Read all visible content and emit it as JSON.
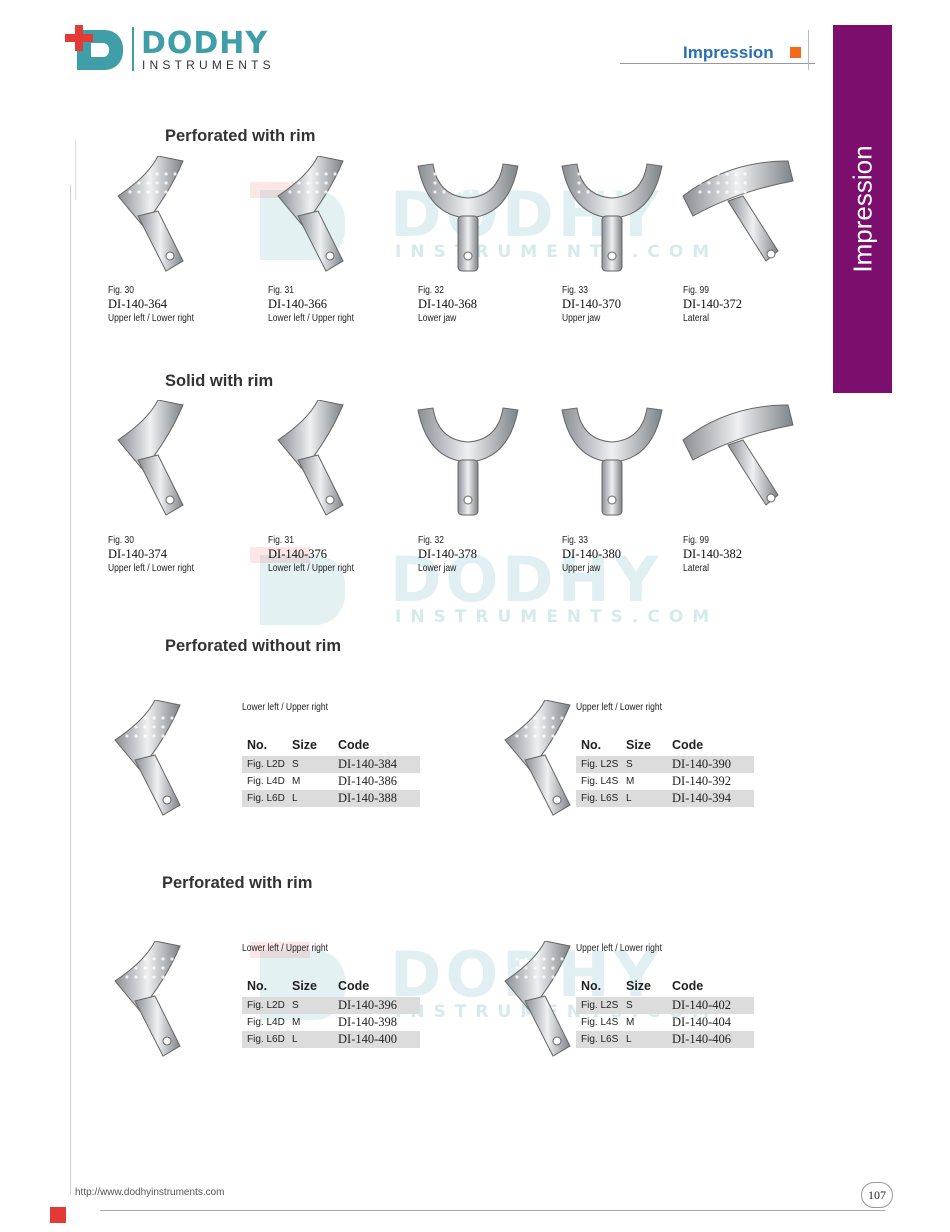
{
  "brand": {
    "name": "DODHY",
    "sub": "INSTRUMENTS",
    "watermark_sub": "INSTRUMENTS.COM"
  },
  "header": {
    "title": "Impression",
    "accent": "#f26a1b"
  },
  "sidebar": {
    "label": "Impression",
    "color": "#7c0e6e"
  },
  "sections": [
    {
      "title": "Perforated with rim",
      "items": [
        {
          "fig": "Fig. 30",
          "code": "DI-140-364",
          "desc": "Upper left / Lower right"
        },
        {
          "fig": "Fig. 31",
          "code": "DI-140-366",
          "desc": "Lower left / Upper right"
        },
        {
          "fig": "Fig. 32",
          "code": "DI-140-368",
          "desc": "Lower jaw"
        },
        {
          "fig": "Fig. 33",
          "code": "DI-140-370",
          "desc": "Upper jaw"
        },
        {
          "fig": "Fig. 99",
          "code": "DI-140-372",
          "desc": "Lateral"
        }
      ]
    },
    {
      "title": "Solid with rim",
      "items": [
        {
          "fig": "Fig. 30",
          "code": "DI-140-374",
          "desc": "Upper left / Lower right"
        },
        {
          "fig": "Fig. 31",
          "code": "DI-140-376",
          "desc": "Lower left / Upper right"
        },
        {
          "fig": "Fig. 32",
          "code": "DI-140-378",
          "desc": "Lower jaw"
        },
        {
          "fig": "Fig. 33",
          "code": "DI-140-380",
          "desc": "Upper jaw"
        },
        {
          "fig": "Fig. 99",
          "code": "DI-140-382",
          "desc": "Lateral"
        }
      ]
    },
    {
      "title": "Perforated without rim",
      "tables": [
        {
          "caption": "Lower left / Upper right",
          "headers": [
            "No.",
            "Size",
            "Code"
          ],
          "rows": [
            [
              "Fig. L2D",
              "S",
              "DI-140-384"
            ],
            [
              "Fig. L4D",
              "M",
              "DI-140-386"
            ],
            [
              "Fig. L6D",
              "L",
              "DI-140-388"
            ]
          ]
        },
        {
          "caption": "Upper left / Lower right",
          "headers": [
            "No.",
            "Size",
            "Code"
          ],
          "rows": [
            [
              "Fig. L2S",
              "S",
              "DI-140-390"
            ],
            [
              "Fig. L4S",
              "M",
              "DI-140-392"
            ],
            [
              "Fig. L6S",
              "L",
              "DI-140-394"
            ]
          ]
        }
      ]
    },
    {
      "title": "Perforated with rim",
      "tables": [
        {
          "caption": "Lower left / Upper right",
          "headers": [
            "No.",
            "Size",
            "Code"
          ],
          "rows": [
            [
              "Fig. L2D",
              "S",
              "DI-140-396"
            ],
            [
              "Fig. L4D",
              "M",
              "DI-140-398"
            ],
            [
              "Fig. L6D",
              "L",
              "DI-140-400"
            ]
          ]
        },
        {
          "caption": "Upper left / Lower right",
          "headers": [
            "No.",
            "Size",
            "Code"
          ],
          "rows": [
            [
              "Fig. L2S",
              "S",
              "DI-140-402"
            ],
            [
              "Fig. L4S",
              "M",
              "DI-140-404"
            ],
            [
              "Fig. L6S",
              "L",
              "DI-140-406"
            ]
          ]
        }
      ]
    }
  ],
  "footer": {
    "url": "http://www.dodhyinstruments.com",
    "page": "107"
  }
}
